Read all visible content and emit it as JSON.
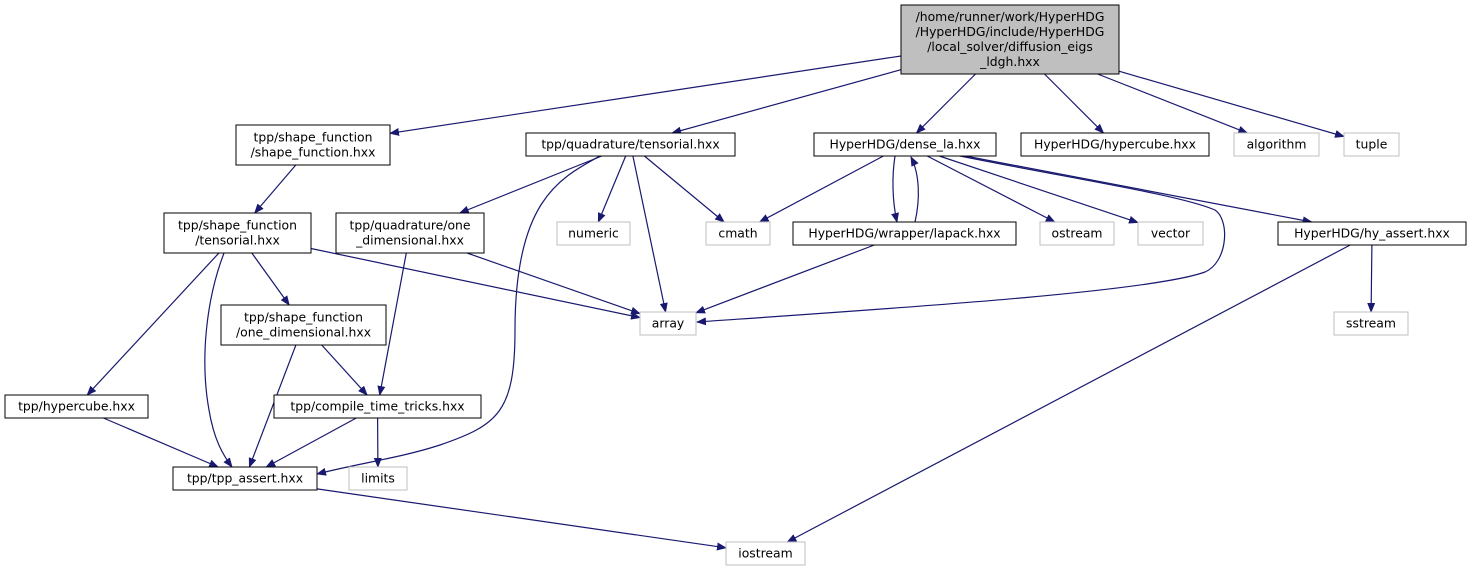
{
  "colors": {
    "edge": "#191970",
    "border_internal": "#000000",
    "border_external": "#bfbfbf",
    "fill_root": "#bfbfbf",
    "fill": "#ffffff",
    "text": "#000000"
  },
  "nodes": {
    "root": {
      "lines": [
        "/home/runner/work/HyperHDG",
        "/HyperHDG/include/HyperHDG",
        "/local_solver/diffusion_eigs",
        "_ldgh.hxx"
      ],
      "kind": "root"
    },
    "shape_function": {
      "lines": [
        "tpp/shape_function",
        "/shape_function.hxx"
      ],
      "kind": "internal"
    },
    "quad_tensorial": {
      "lines": [
        "tpp/quadrature/tensorial.hxx"
      ],
      "kind": "internal"
    },
    "dense_la": {
      "lines": [
        "HyperHDG/dense_la.hxx"
      ],
      "kind": "internal"
    },
    "hypercube_hdg": {
      "lines": [
        "HyperHDG/hypercube.hxx"
      ],
      "kind": "internal"
    },
    "algorithm": {
      "lines": [
        "algorithm"
      ],
      "kind": "external"
    },
    "tuple": {
      "lines": [
        "tuple"
      ],
      "kind": "external"
    },
    "sf_tensorial": {
      "lines": [
        "tpp/shape_function",
        "/tensorial.hxx"
      ],
      "kind": "internal"
    },
    "quad_onedim": {
      "lines": [
        "tpp/quadrature/one",
        "_dimensional.hxx"
      ],
      "kind": "internal"
    },
    "numeric": {
      "lines": [
        "numeric"
      ],
      "kind": "external"
    },
    "cmath": {
      "lines": [
        "cmath"
      ],
      "kind": "external"
    },
    "lapack": {
      "lines": [
        "HyperHDG/wrapper/lapack.hxx"
      ],
      "kind": "internal"
    },
    "ostream": {
      "lines": [
        "ostream"
      ],
      "kind": "external"
    },
    "vector": {
      "lines": [
        "vector"
      ],
      "kind": "external"
    },
    "hy_assert": {
      "lines": [
        "HyperHDG/hy_assert.hxx"
      ],
      "kind": "internal"
    },
    "sf_onedim": {
      "lines": [
        "tpp/shape_function",
        "/one_dimensional.hxx"
      ],
      "kind": "internal"
    },
    "array": {
      "lines": [
        "array"
      ],
      "kind": "external"
    },
    "sstream": {
      "lines": [
        "sstream"
      ],
      "kind": "external"
    },
    "tpp_hypercube": {
      "lines": [
        "tpp/hypercube.hxx"
      ],
      "kind": "internal"
    },
    "compile_time": {
      "lines": [
        "tpp/compile_time_tricks.hxx"
      ],
      "kind": "internal"
    },
    "tpp_assert": {
      "lines": [
        "tpp/tpp_assert.hxx"
      ],
      "kind": "internal"
    },
    "limits": {
      "lines": [
        "limits"
      ],
      "kind": "external"
    },
    "iostream": {
      "lines": [
        "iostream"
      ],
      "kind": "external"
    }
  },
  "edges": [
    [
      "root",
      "shape_function"
    ],
    [
      "root",
      "quad_tensorial"
    ],
    [
      "root",
      "dense_la"
    ],
    [
      "root",
      "hypercube_hdg"
    ],
    [
      "root",
      "algorithm"
    ],
    [
      "root",
      "tuple"
    ],
    [
      "shape_function",
      "sf_tensorial"
    ],
    [
      "sf_tensorial",
      "sf_onedim"
    ],
    [
      "sf_tensorial",
      "tpp_hypercube"
    ],
    [
      "sf_tensorial",
      "tpp_assert"
    ],
    [
      "sf_tensorial",
      "array"
    ],
    [
      "sf_onedim",
      "compile_time"
    ],
    [
      "sf_onedim",
      "tpp_assert"
    ],
    [
      "tpp_hypercube",
      "tpp_assert"
    ],
    [
      "compile_time",
      "tpp_assert"
    ],
    [
      "compile_time",
      "limits"
    ],
    [
      "tpp_assert",
      "iostream"
    ],
    [
      "quad_tensorial",
      "quad_onedim"
    ],
    [
      "quad_tensorial",
      "numeric"
    ],
    [
      "quad_tensorial",
      "cmath"
    ],
    [
      "quad_tensorial",
      "array"
    ],
    [
      "quad_tensorial",
      "tpp_assert"
    ],
    [
      "quad_onedim",
      "compile_time"
    ],
    [
      "quad_onedim",
      "array"
    ],
    [
      "dense_la",
      "cmath"
    ],
    [
      "dense_la",
      "lapack"
    ],
    [
      "dense_la",
      "ostream"
    ],
    [
      "dense_la",
      "vector"
    ],
    [
      "dense_la",
      "hy_assert"
    ],
    [
      "dense_la",
      "array"
    ],
    [
      "lapack",
      "dense_la"
    ],
    [
      "lapack",
      "array"
    ],
    [
      "hy_assert",
      "sstream"
    ],
    [
      "hy_assert",
      "iostream"
    ]
  ]
}
